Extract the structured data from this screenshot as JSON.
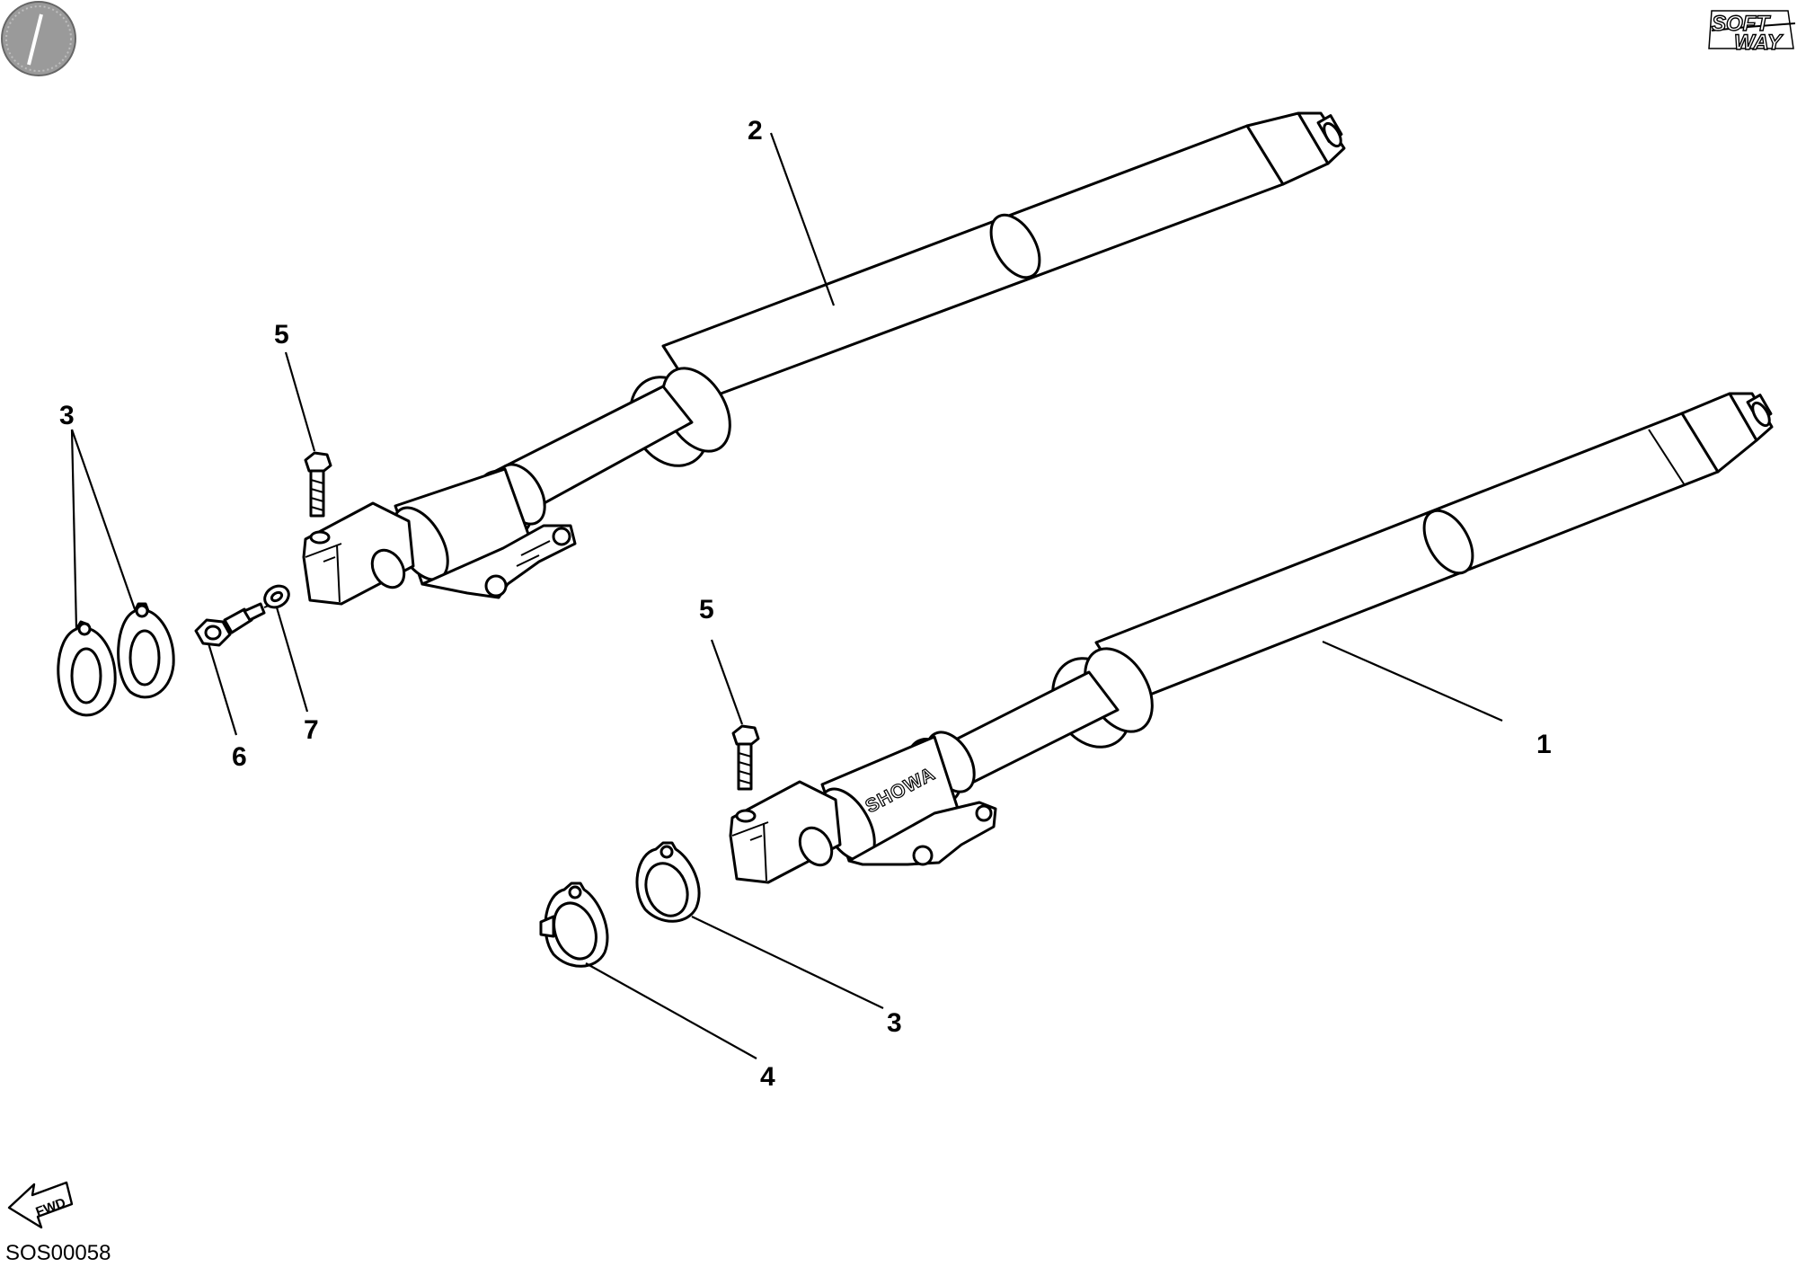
{
  "diagram": {
    "callouts": {
      "tube_right": "1",
      "tube_left": "2",
      "clamps_left": "3",
      "clamp_lower": "3",
      "clamp_single": "4",
      "bolt_left": "5",
      "bolt_right": "5",
      "bleed_screw": "6",
      "washer": "7"
    },
    "brand_marking": "SHOWA",
    "direction_label": "FWD",
    "drawing_code": "SOS00058",
    "publisher_logo": {
      "line1": "SOFT",
      "line2": "WAY"
    }
  }
}
